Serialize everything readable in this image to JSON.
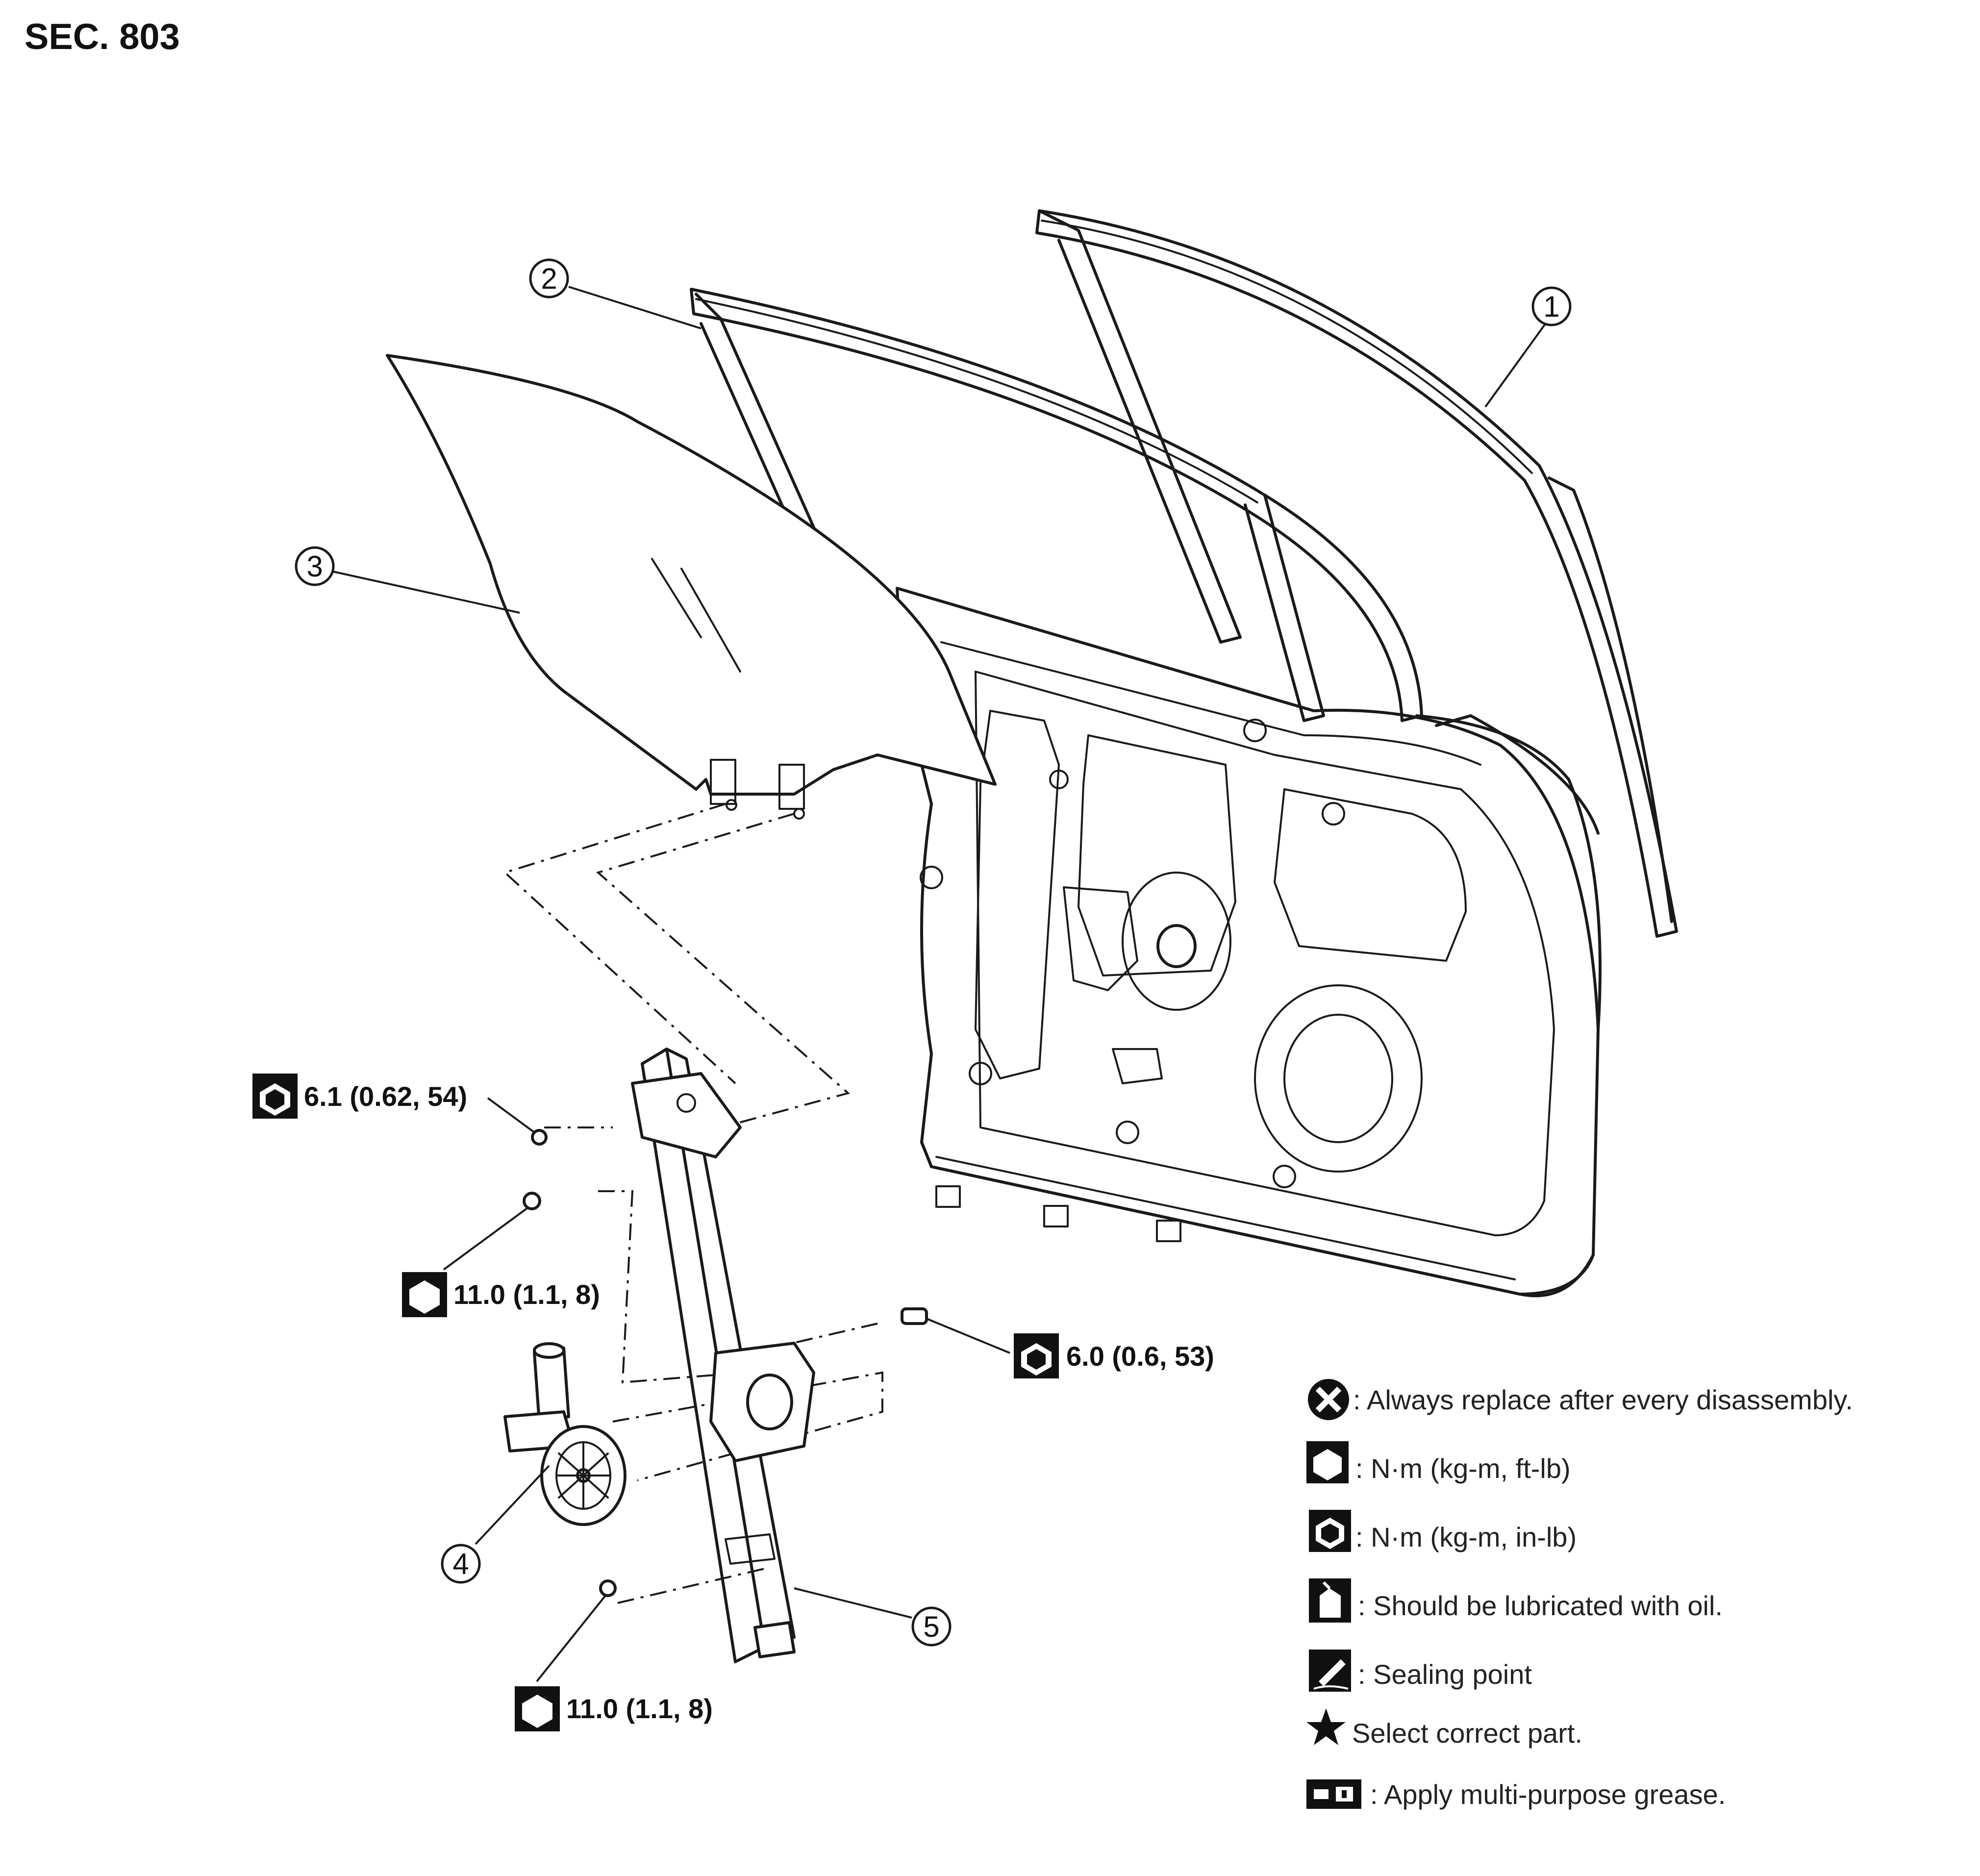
{
  "section": "SEC. 803",
  "callouts": [
    "1",
    "2",
    "3",
    "4",
    "5"
  ],
  "torques": {
    "t1": "6.1 (0.62, 54)",
    "t2": "11.0 (1.1, 8)",
    "t3": "6.0 (0.6, 53)",
    "t4": "11.0 (1.1, 8)"
  },
  "legend": {
    "replace": ": Always replace after every disassembly.",
    "nm_ftlb": ": N·m (kg-m, ft-lb)",
    "nm_inlb": ": N·m (kg-m, in-lb)",
    "oil": ": Should be lubricated with oil.",
    "seal": ": Sealing point",
    "select": "Select correct part.",
    "grease": ": Apply multi-purpose grease."
  },
  "icons": {
    "replace": "x-circle-icon",
    "nm_ftlb": "torque-wrench-outline-icon",
    "nm_inlb": "torque-wrench-filled-icon",
    "oil": "oil-can-icon",
    "seal": "sealing-pen-icon",
    "select": "star-icon",
    "grease": "grease-gun-icon"
  }
}
